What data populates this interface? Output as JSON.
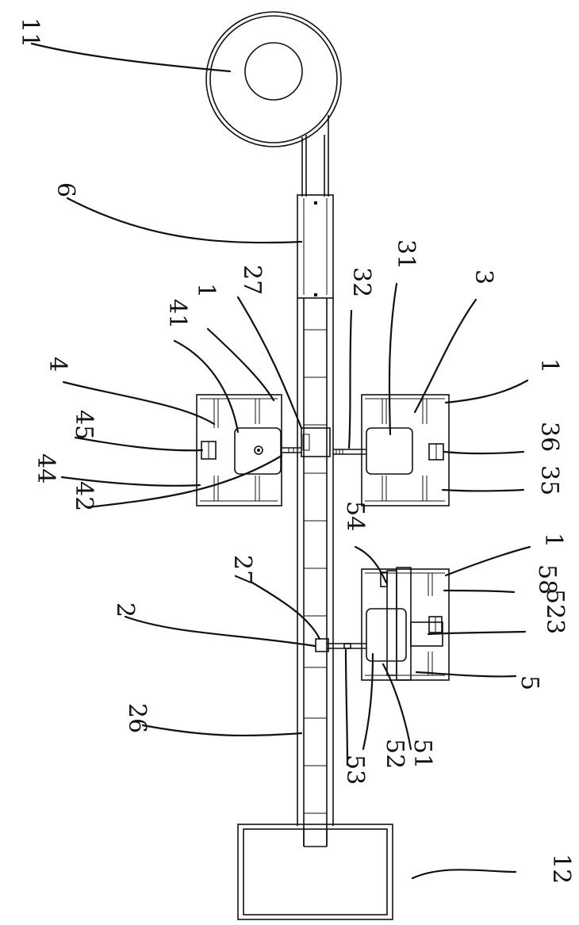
{
  "labels": {
    "reel": "11",
    "feeder": "6",
    "conveyor_main": "2",
    "conveyor_track": "26",
    "stop_upper": "27",
    "stop_lower": "27",
    "output_bin": "12",
    "station_4": "4",
    "station_4_item_41": "41",
    "station_4_item_42": "42",
    "station_4_item_44": "44",
    "station_4_item_45": "45",
    "base_upper_left": "1",
    "base_upper_right": "1",
    "base_lower_right": "1",
    "station_3": "3",
    "station_3_item_31": "31",
    "station_3_item_32": "32",
    "station_3_item_35": "35",
    "station_3_item_36": "36",
    "station_5": "5",
    "station_5_item_51": "51",
    "station_5_item_52": "52",
    "station_5_item_53": "53",
    "station_5_item_54": "54",
    "station_5_item_58": "58",
    "station_5_item_523": "523"
  }
}
